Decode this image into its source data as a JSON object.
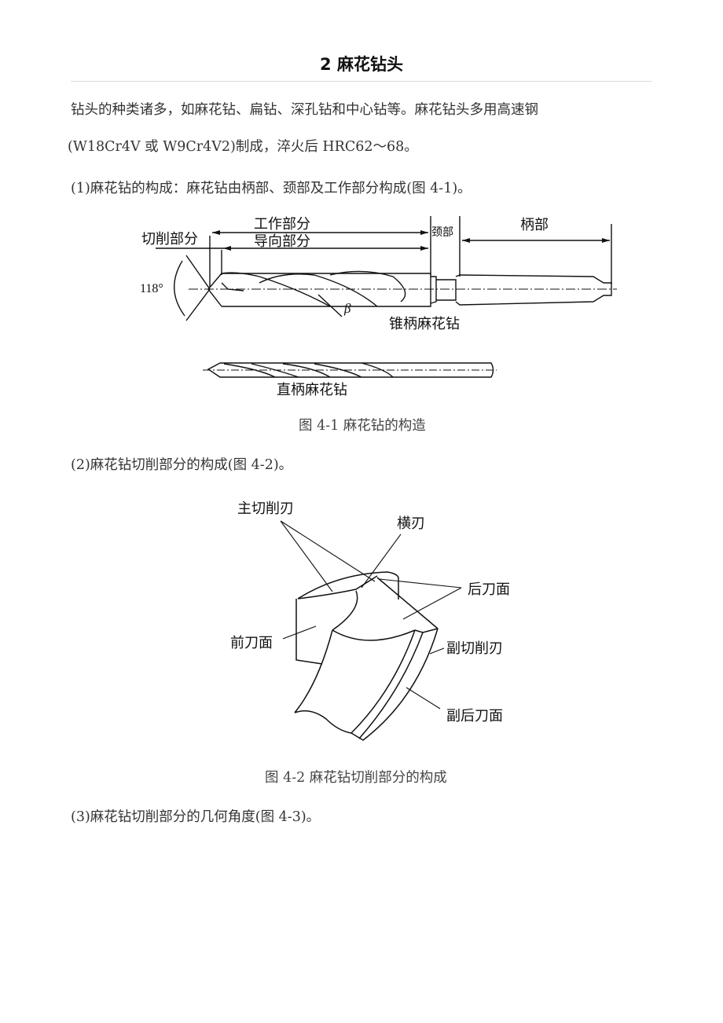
{
  "heading": "2 麻花钻头",
  "paragraphs": [
    "钻头的种类诸多，如麻花钻、扁钻、深孔钻和中心钻等。麻花钻头多用高速钢",
    "(W18Cr4V 或 W9Cr4V2)制成，淬火后 HRC62～68。",
    "(1)麻花钻的构成：麻花钻由柄部、颈部及工作部分构成(图 4-1)。",
    "(2)麻花钻切削部分的构成(图 4-2)。",
    "(3)麻花钻切削部分的几何角度(图 4-3)。"
  ],
  "figure1": {
    "caption": "图 4-1 麻花钻的构造",
    "labels": {
      "working": "工作部分",
      "cutting": "切削部分",
      "guiding": "导向部分",
      "neck": "颈部",
      "shank": "柄部",
      "angle": "118°",
      "beta": "β",
      "taper_drill": "锥柄麻花钻",
      "straight_drill": "直柄麻花钻"
    }
  },
  "figure2": {
    "caption": "图 4-2 麻花钻切削部分的构成",
    "labels": {
      "main_edge": "主切削刃",
      "chisel_edge": "横刃",
      "flank": "后刀面",
      "rake_face": "前刀面",
      "minor_edge": "副切削刃",
      "minor_flank": "副后刀面"
    }
  }
}
